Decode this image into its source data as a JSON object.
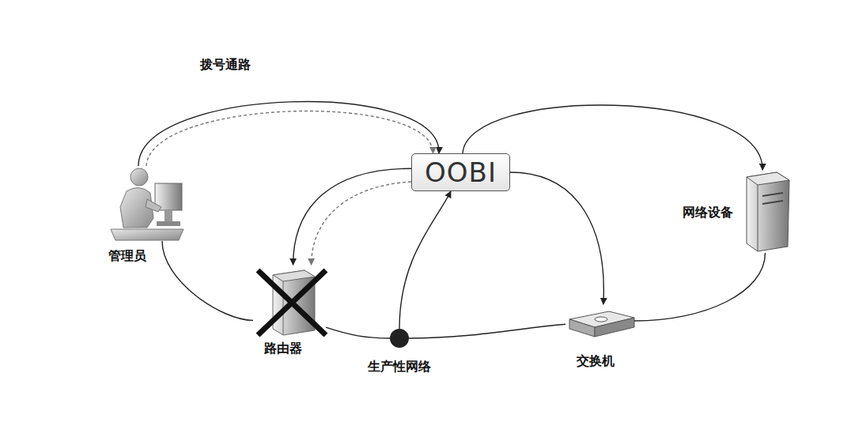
{
  "diagram": {
    "nodes": [
      {
        "text": [
          "管理员"
        ]
      },
      {
        "text": [
          "OOBI"
        ]
      },
      {
        "text": [
          "网络设备"
        ]
      },
      {
        "text": [
          "路由器"
        ]
      },
      {
        "text": [
          "生产性网络"
        ]
      },
      {
        "text": [
          "交换机"
        ]
      }
    ],
    "edges": [
      {
        "from": 0,
        "to": 1,
        "label": "拨号通路",
        "arrow": "to"
      },
      {
        "from": 0,
        "to": 1,
        "arrow": "to"
      },
      {
        "from": 1,
        "to": 2,
        "arrow": "to"
      },
      {
        "from": 1,
        "to": 3,
        "arrow": "to"
      },
      {
        "from": 1,
        "to": 3,
        "arrow": "to"
      },
      {
        "from": 4,
        "to": 1,
        "arrow": "to"
      },
      {
        "from": 1,
        "to": 5,
        "arrow": "to"
      },
      {
        "from": 0,
        "to": 3,
        "arrow": "none"
      },
      {
        "from": 3,
        "to": 4,
        "arrow": "none"
      },
      {
        "from": 4,
        "to": 5,
        "arrow": "none"
      },
      {
        "from": 5,
        "to": 2,
        "arrow": "none"
      }
    ]
  }
}
